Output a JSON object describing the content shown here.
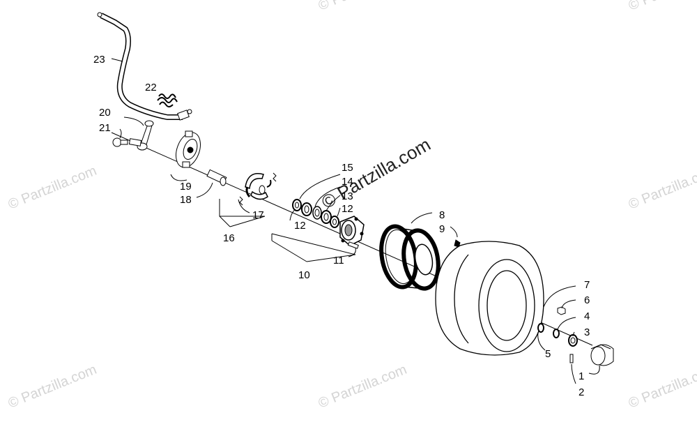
{
  "diagram": {
    "part_numbers": [
      "1",
      "2",
      "3",
      "4",
      "5",
      "6",
      "7",
      "8",
      "9",
      "10",
      "11",
      "12",
      "12",
      "13",
      "14",
      "15",
      "16",
      "17",
      "18",
      "19",
      "20",
      "21",
      "22",
      "23"
    ]
  },
  "watermark": {
    "text": "© Partzilla.com"
  }
}
